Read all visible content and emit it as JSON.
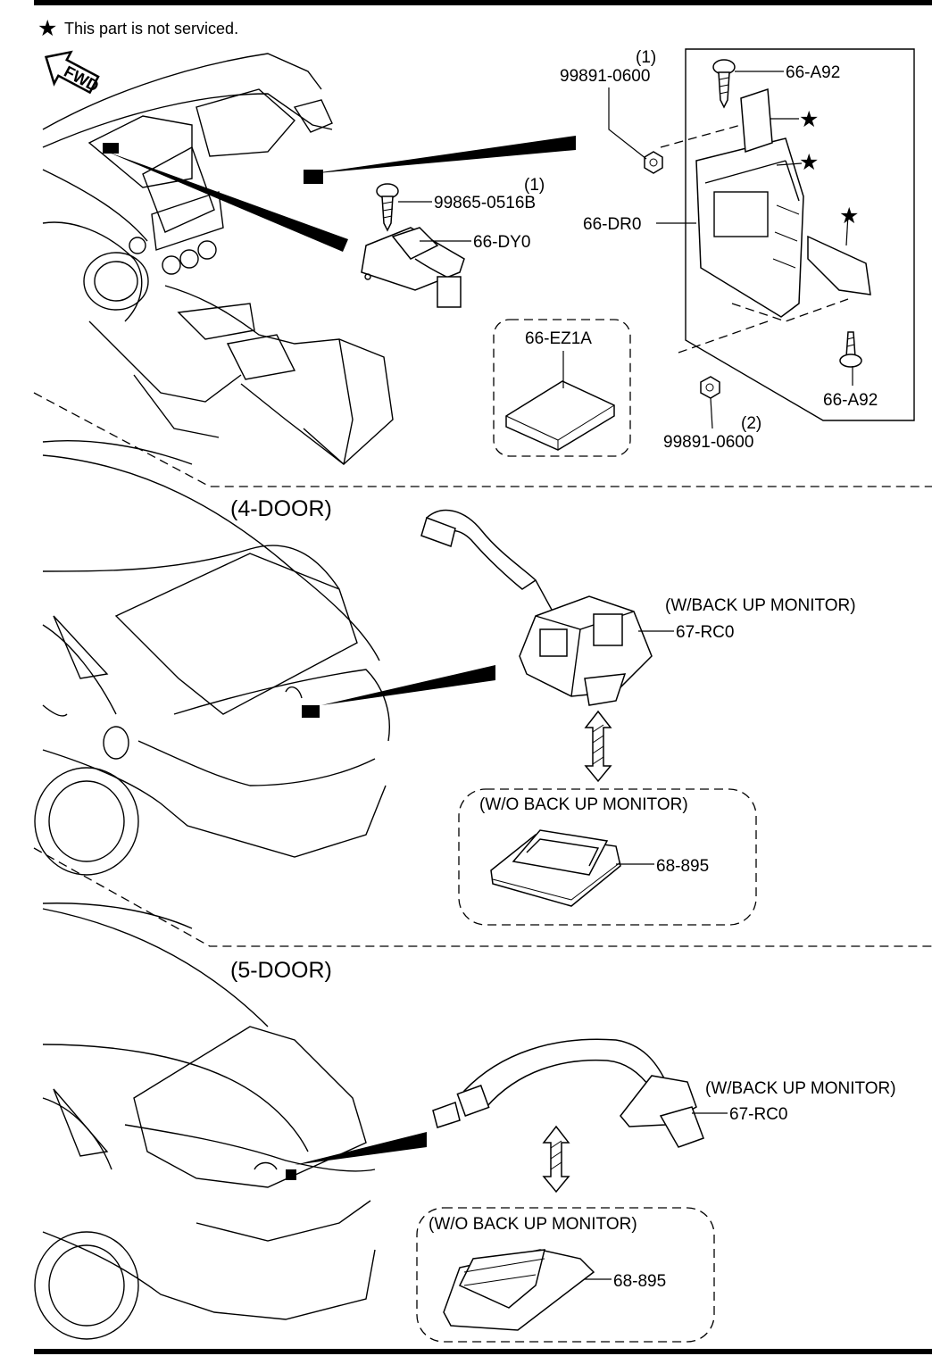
{
  "note": {
    "star_symbol": "★",
    "text": "This part is not serviced."
  },
  "fwd_arrow": {
    "label": "FWD"
  },
  "sections": {
    "door4": "(4-DOOR)",
    "door5": "(5-DOOR)"
  },
  "parts": {
    "nut_top": {
      "qty": "(1)",
      "code": "99891-0600"
    },
    "nut_bottom": {
      "qty": "(2)",
      "code": "99891-0600"
    },
    "screw_a92_top": {
      "code": "66-A92"
    },
    "screw_a92_bottom": {
      "code": "66-A92"
    },
    "screw_0516": {
      "qty": "(1)",
      "code": "99865-0516B"
    },
    "module_dy0": {
      "code": "66-DY0"
    },
    "unit_dr0": {
      "code": "66-DR0"
    },
    "sd_card": {
      "code": "66-EZ1A"
    },
    "camera_4door": {
      "variant": "(W/BACK UP MONITOR)",
      "code": "67-RC0"
    },
    "cover_4door": {
      "variant": "(W/O BACK UP MONITOR)",
      "code": "68-895"
    },
    "camera_5door": {
      "variant": "(W/BACK UP MONITOR)",
      "code": "67-RC0"
    },
    "cover_5door": {
      "variant": "(W/O BACK UP MONITOR)",
      "code": "68-895"
    }
  },
  "icons": {
    "star": "star-icon",
    "fwd": "fwd-arrow-icon",
    "swap": "double-arrow-icon"
  }
}
